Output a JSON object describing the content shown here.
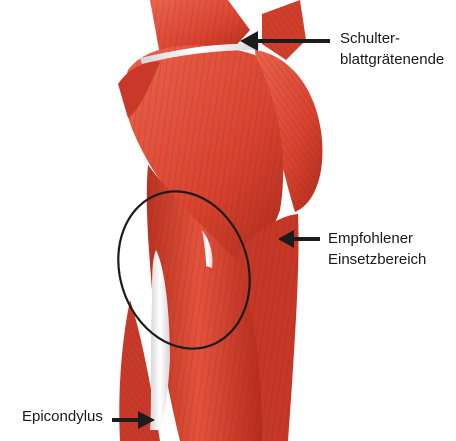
{
  "labels": {
    "shoulder_blade_line1": "Schulter-",
    "shoulder_blade_line2": "blattgrätenende",
    "insertion_line1": "Empfohlener",
    "insertion_line2": "Einsetzbereich",
    "epicondyle": "Epicondylus"
  },
  "colors": {
    "muscle": "#d8432f",
    "muscle_dark": "#a82618",
    "muscle_light": "#ef8a70",
    "tendon": "#f2eef0",
    "outline": "#1c1c1c"
  }
}
